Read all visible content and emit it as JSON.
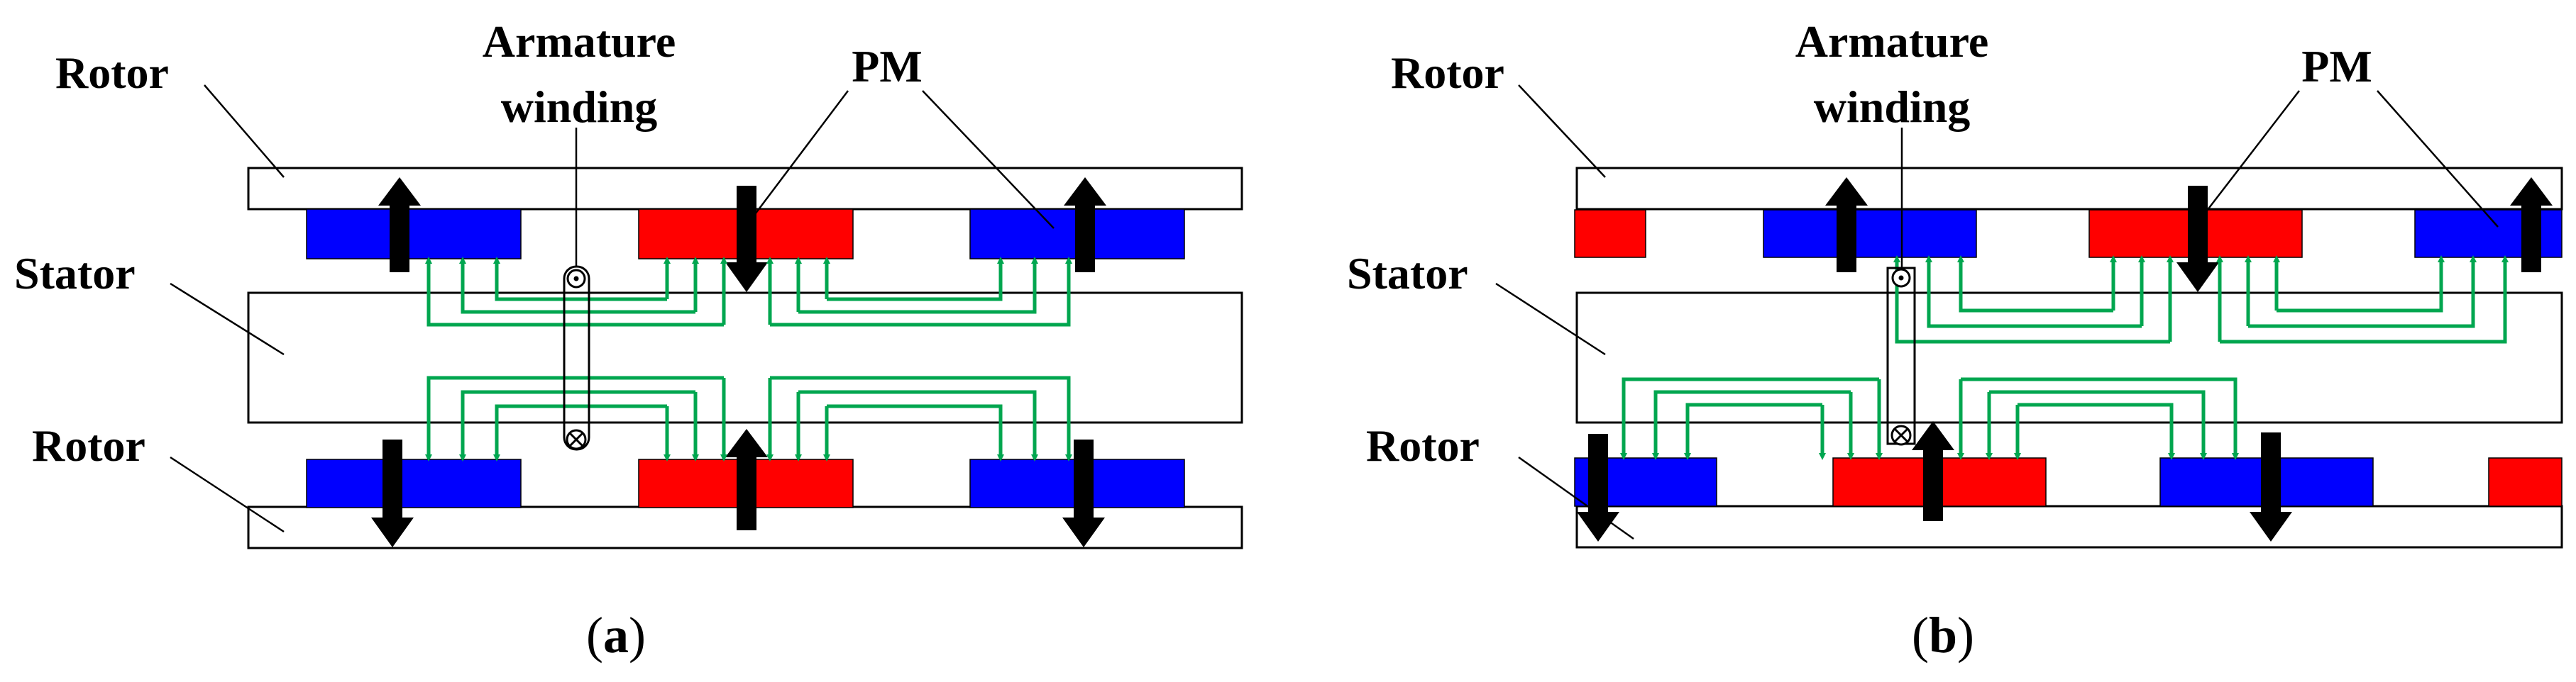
{
  "colors": {
    "pm_north": "#0000ff",
    "pm_south": "#ff0000",
    "flux": "#00a64f",
    "arrow": "#000000"
  },
  "panel_a": {
    "label_rotor_top": "Rotor",
    "label_stator": "Stator",
    "label_rotor_bottom": "Rotor",
    "label_winding_line1": "Armature",
    "label_winding_line2": "winding",
    "label_pm": "PM",
    "caption_open": "(",
    "caption_letter": "a",
    "caption_close": ")"
  },
  "panel_b": {
    "label_rotor_top": "Rotor",
    "label_stator": "Stator",
    "label_rotor_bottom": "Rotor",
    "label_winding_line1": "Armature",
    "label_winding_line2": "winding",
    "label_pm": "PM",
    "caption_open": "(",
    "caption_letter": "b",
    "caption_close": ")"
  }
}
